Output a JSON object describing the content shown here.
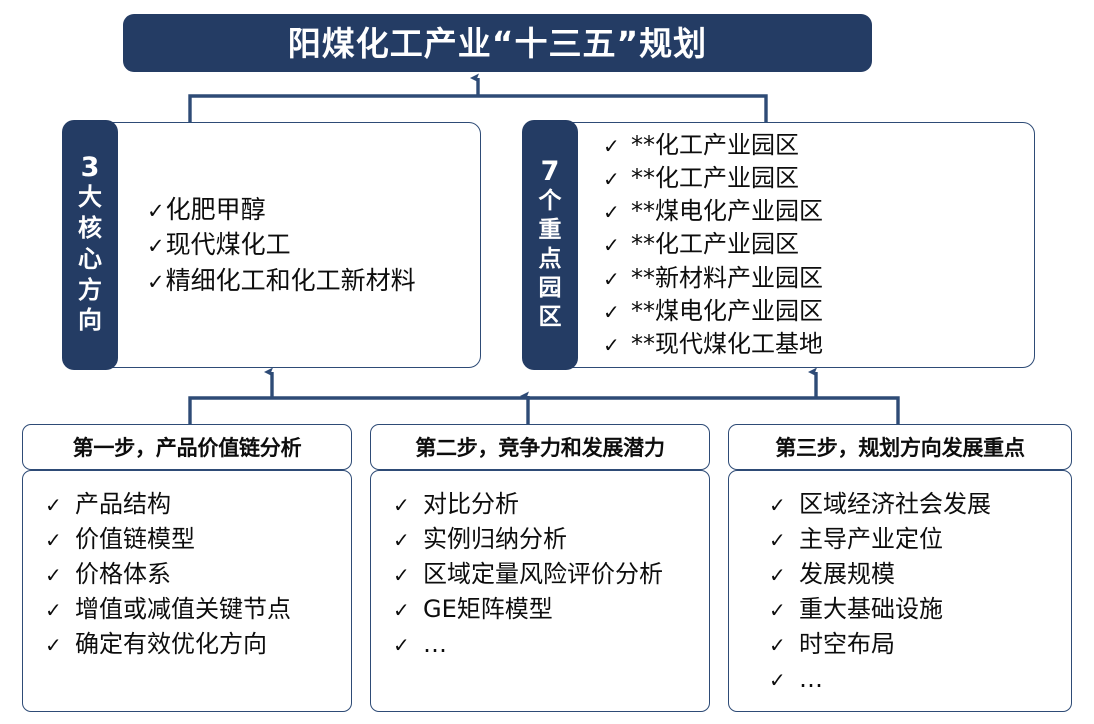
{
  "title": {
    "text": "阳煤化工产业“十三五”规划"
  },
  "colors": {
    "navy": "#243C64",
    "border": "#2E4B76",
    "text": "#0D0D0D",
    "background": "#FFFFFF"
  },
  "icons": {
    "check": "✓"
  },
  "mid_cards": [
    {
      "tab_number": "3",
      "tab_chars": [
        "大",
        "核",
        "心",
        "方",
        "向"
      ],
      "items": [
        "化肥甲醇",
        "现代煤化工",
        "精细化工和化工新材料"
      ]
    },
    {
      "tab_number": "7",
      "tab_chars": [
        "个",
        "重",
        "点",
        "园",
        "区"
      ],
      "items": [
        "**化工产业园区",
        "**化工产业园区",
        "**煤电化产业园区",
        "**化工产业园区",
        "**新材料产业园区",
        "**煤电化产业园区",
        "**现代煤化工基地"
      ]
    }
  ],
  "steps": [
    {
      "header": "第一步，产品价值链分析",
      "items": [
        "产品结构",
        "价值链模型",
        "价格体系",
        "增值或减值关键节点",
        "确定有效优化方向"
      ]
    },
    {
      "header": "第二步，竞争力和发展潜力",
      "items": [
        "对比分析",
        "实例归纳分析",
        "区域定量风险评价分析",
        "GE矩阵模型",
        "…"
      ]
    },
    {
      "header": "第三步，规划方向发展重点",
      "items": [
        "区域经济社会发展",
        "主导产业定位",
        "发展规模",
        "重大基础设施",
        "时空布局",
        "…"
      ]
    }
  ]
}
